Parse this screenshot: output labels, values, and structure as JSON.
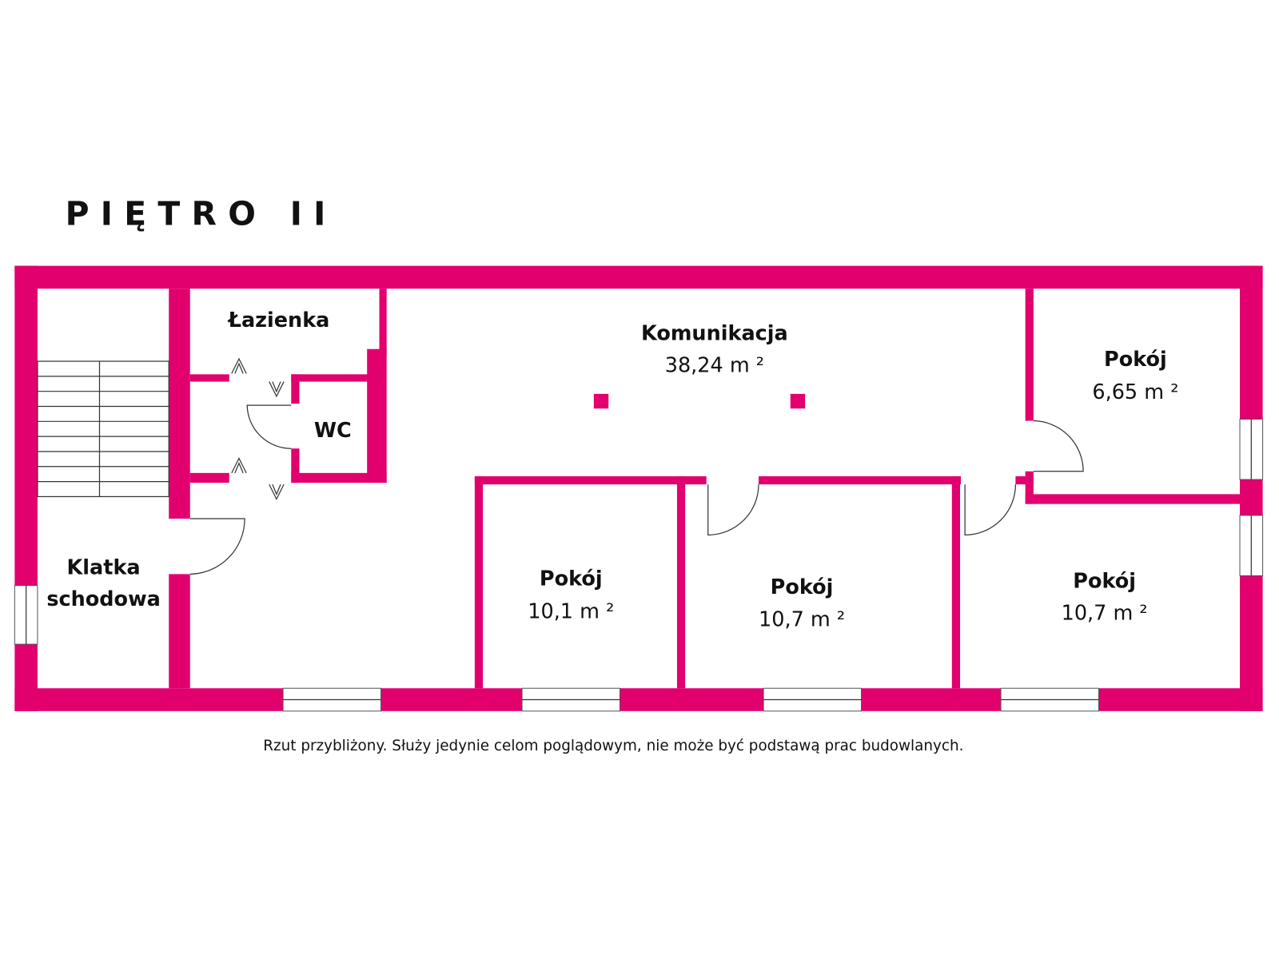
{
  "title": "PIĘTRO II",
  "colors": {
    "wall": "#E2006F",
    "background": "#FFFFFF"
  },
  "rooms": [
    {
      "name": "Komunikacja",
      "area": "38,24 m ²"
    },
    {
      "name": "Pokój",
      "area": "6,65 m ²"
    },
    {
      "name": "Pokój",
      "area": "10,1 m ²"
    },
    {
      "name": "Pokój",
      "area": "10,7 m ²"
    },
    {
      "name": "Pokój",
      "area": "10,7 m ²"
    },
    {
      "name": "Łazienka"
    },
    {
      "name": "WC"
    },
    {
      "name_line1": "Klatka",
      "name_line2": "schodowa"
    }
  ],
  "footnote": "Rzut przybliżony. Służy jedynie celom poglądowym, nie może być podstawą prac budowlanych."
}
